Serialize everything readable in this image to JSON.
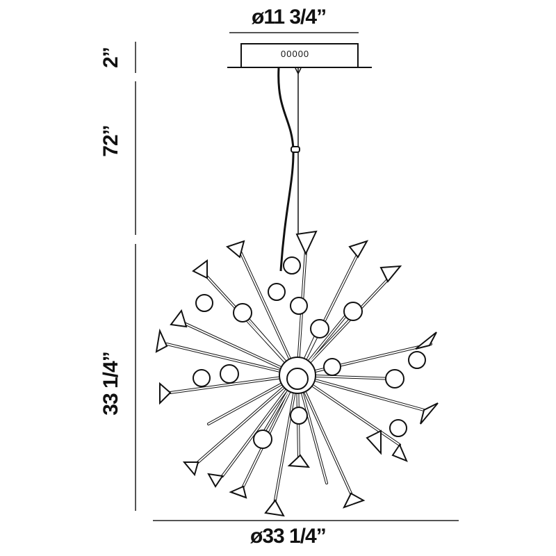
{
  "diagram": {
    "title": "Sputnik pendant chandelier dimension drawing",
    "colors": {
      "line": "#111111",
      "dim_line": "#555555",
      "background": "#ffffff"
    },
    "dimensions": {
      "canopy_diameter": "ø11 3/4”",
      "canopy_height": "2”",
      "cable_length": "72”",
      "fixture_height": "33 1/4”",
      "fixture_diameter": "ø33 1/4”"
    },
    "canopy": {
      "label": "00000"
    }
  }
}
